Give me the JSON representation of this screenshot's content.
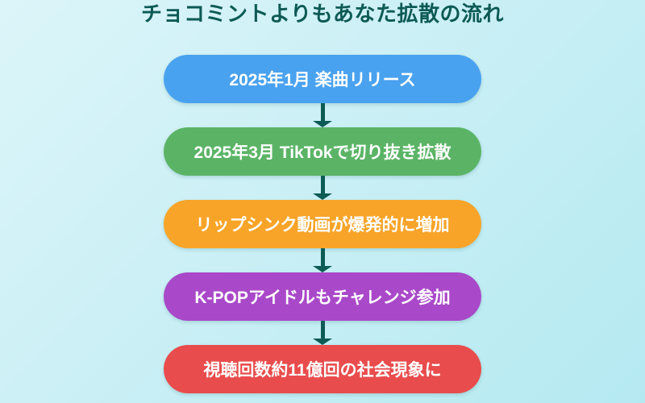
{
  "title": "チョコミントよりもあなた拡散の流れ",
  "colors": {
    "background_start": "#dcf5f9",
    "background_end": "#b5e9f1",
    "title_text": "#0d5a55",
    "arrow": "#0d5b55",
    "box_text": "#ffffff"
  },
  "flow_steps": [
    {
      "label": "2025年1月 楽曲リリース",
      "color": "#49a2ef"
    },
    {
      "label": "2025年3月 TikTokで切り抜き拡散",
      "color": "#5bb466"
    },
    {
      "label": "リップシンク動画が爆発的に増加",
      "color": "#f8a428"
    },
    {
      "label": "K-POPアイドルもチャレンジ参加",
      "color": "#a949c9"
    },
    {
      "label": "視聴回数約11億回の社会現象に",
      "color": "#e94c4c"
    }
  ]
}
